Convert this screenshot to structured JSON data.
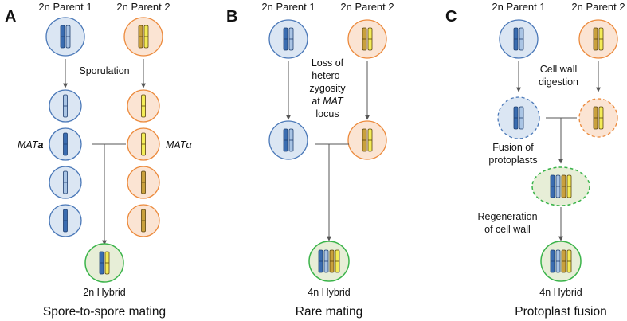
{
  "panels": [
    {
      "letter": "A",
      "parent1": "2n Parent 1",
      "parent2": "2n Parent 2",
      "step1": "Sporulation",
      "mat_a_prefix": "MAT",
      "mat_a_suffix": "a",
      "mat_alpha": "MATα",
      "result": "2n Hybrid",
      "caption": "Spore-to-spore mating"
    },
    {
      "letter": "B",
      "parent1": "2n Parent 1",
      "parent2": "2n Parent 2",
      "step1_lines": [
        "Loss of",
        "hetero-",
        "zygosity",
        "at ",
        "locus"
      ],
      "step1_mat": "MAT",
      "result": "4n Hybrid",
      "caption": "Rare mating"
    },
    {
      "letter": "C",
      "parent1": "2n Parent 1",
      "parent2": "2n Parent 2",
      "step1_lines": [
        "Cell wall",
        "digestion"
      ],
      "step2_lines": [
        "Fusion of",
        "protoplasts"
      ],
      "step3_lines": [
        "Regeneration",
        "of cell wall"
      ],
      "result": "4n Hybrid",
      "caption": "Protoplast fusion"
    }
  ],
  "colors": {
    "blue_dark": "#3a6cb0",
    "blue_light": "#a9c4e4",
    "orange_dark": "#c9a03c",
    "yellow": "#f3ec57"
  }
}
